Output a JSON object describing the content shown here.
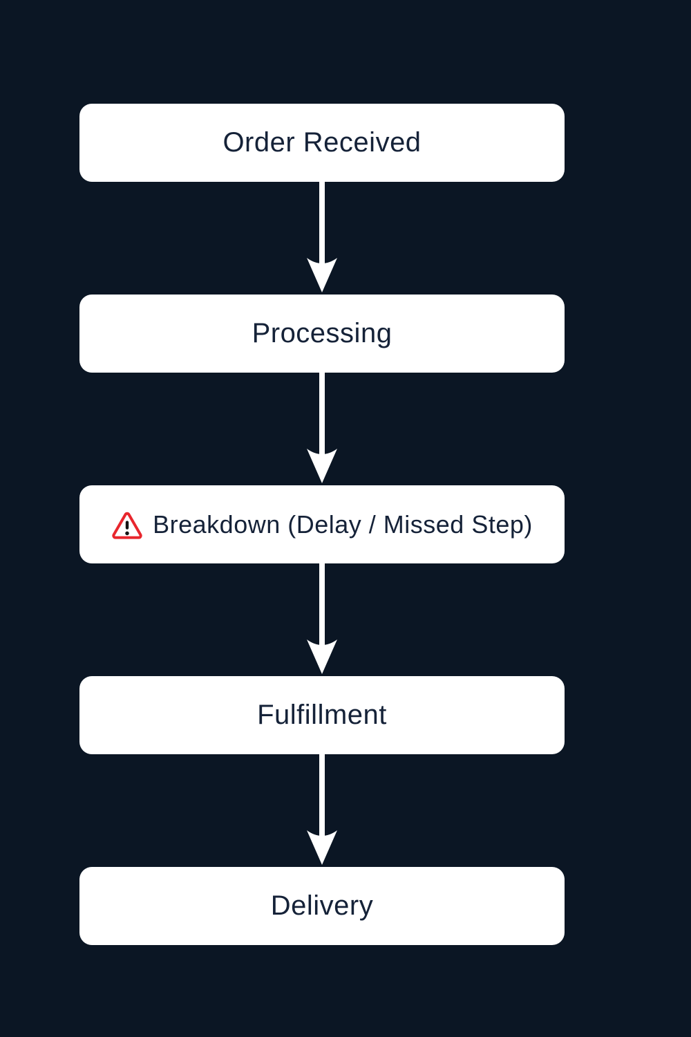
{
  "page": {
    "background_color": "#0b1624"
  },
  "flowchart": {
    "type": "flowchart",
    "direction": "top-to-bottom",
    "node_background": "#ffffff",
    "node_text_color": "#152238",
    "arrow_color": "#ffffff",
    "warning_color": "#e8262d",
    "nodes": [
      {
        "id": "order-received",
        "label": "Order Received",
        "warning": false
      },
      {
        "id": "processing",
        "label": "Processing",
        "warning": false
      },
      {
        "id": "breakdown",
        "label": "Breakdown (Delay / Missed Step)",
        "warning": true
      },
      {
        "id": "fulfillment",
        "label": "Fulfillment",
        "warning": false
      },
      {
        "id": "delivery",
        "label": "Delivery",
        "warning": false
      }
    ],
    "edges": [
      {
        "from": "order-received",
        "to": "processing"
      },
      {
        "from": "processing",
        "to": "breakdown"
      },
      {
        "from": "breakdown",
        "to": "fulfillment"
      },
      {
        "from": "fulfillment",
        "to": "delivery"
      }
    ]
  }
}
